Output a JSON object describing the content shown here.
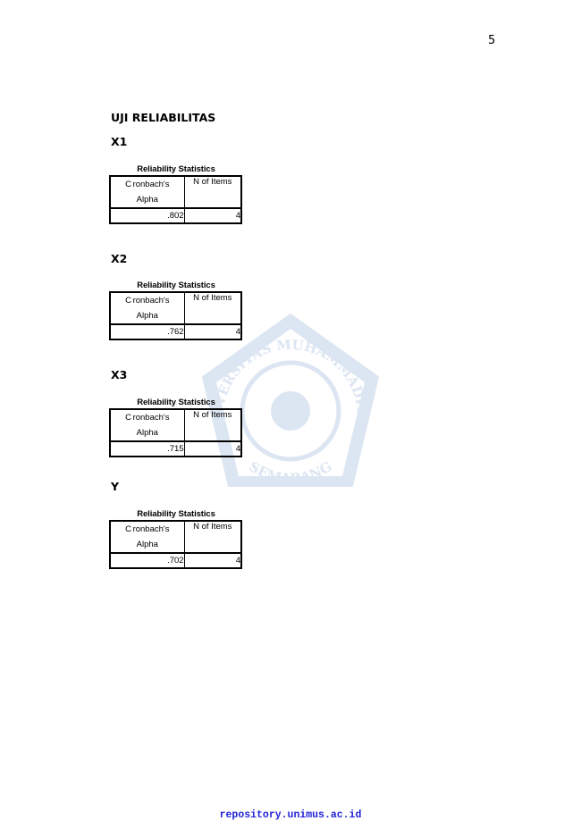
{
  "page_number": "5",
  "heading": "UJI RELIABILITAS",
  "table_caption": "Reliability Statistics",
  "col_alpha_line1": "C ronbach's",
  "col_alpha_line2": "Alpha",
  "col_items": "N of Items",
  "sections": [
    {
      "label": "X1",
      "alpha": ".802",
      "n_items": "4"
    },
    {
      "label": "X2",
      "alpha": ".762",
      "n_items": "4"
    },
    {
      "label": "X3",
      "alpha": ".715",
      "n_items": "4"
    },
    {
      "label": "Y",
      "alpha": ".702",
      "n_items": "4"
    }
  ],
  "watermark": {
    "top_text": "UNIVERSITAS MUHAMMADIYAH",
    "bottom_text": "SEMARANG",
    "color": "#2f66b3"
  },
  "footer": "repository.unimus.ac.id",
  "colors": {
    "footer_text": "#2323d8",
    "watermark": "#2f66b3"
  }
}
